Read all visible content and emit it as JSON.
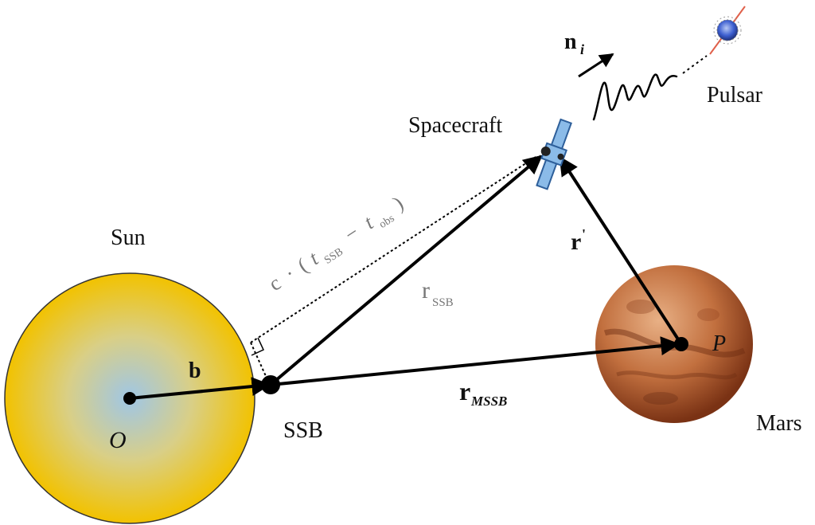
{
  "labels": {
    "sun": "Sun",
    "sun_center": "O",
    "ssb": "SSB",
    "mars": "Mars",
    "mars_center": "P",
    "spacecraft": "Spacecraft",
    "pulsar": "Pulsar",
    "vec_b": "b",
    "vec_r_mssb_main": "r",
    "vec_r_mssb_sub": "MSSB",
    "vec_r": "r",
    "vec_r_prime": "'",
    "vec_r_ssb_main": "r",
    "vec_r_ssb_sub": "SSB",
    "direction_main": "n",
    "direction_sub": "i",
    "delay_c": "c",
    "delay_dot": "·",
    "delay_open": "(",
    "delay_t1": "t",
    "delay_t1_sub": "SSB",
    "delay_minus": "−",
    "delay_t2": "t",
    "delay_t2_sub": "obs",
    "delay_close": ")"
  },
  "colors": {
    "sun_outer": "#f2c200",
    "sun_inner": "#9fc6e6",
    "mars_light": "#dc9a68",
    "mars_dark": "#8a3c1a",
    "vector": "#000000",
    "pulsar_body": "#3d5fd0",
    "pulsar_beam": "#e0604a",
    "spacecraft_panel": "#8bbbe8"
  },
  "icons": {
    "spacecraft": "satellite-icon",
    "pulsar": "pulsar-icon",
    "signal": "pulse-signal-icon"
  }
}
